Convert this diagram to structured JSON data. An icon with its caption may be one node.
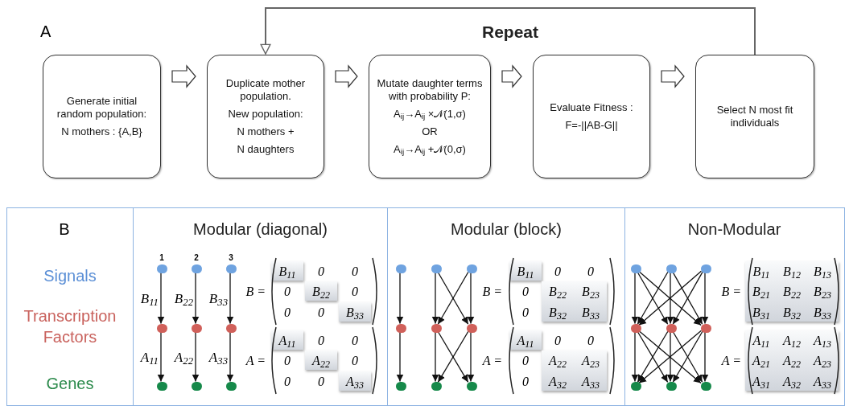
{
  "diagram": {
    "nodes": [
      {
        "text": [
          "Generate initial random population:",
          "N mothers : {A,B}"
        ]
      },
      {
        "text": [
          "Duplicate mother population.",
          "New population:",
          "N mothers +",
          "N daughters"
        ]
      },
      {
        "text": [
          "Mutate daughter terms with probability P:",
          "A$_{ij}$→A$_{ij}$ ×𝒩(1,σ)",
          "OR",
          "A$_{ij}$→A$_{ij}$ +𝒩(0,σ)"
        ]
      },
      {
        "text": [
          "Evaluate Fitness :",
          "F=-||AB-G||"
        ]
      },
      {
        "text": [
          "Select N most fit individuals"
        ]
      },
      {
        "text": [
          "Modular (diagonal)",
          "B =",
          "B$_{11}$",
          "0",
          "0",
          "0",
          "B$_{22}$",
          "0",
          "0",
          "0",
          "B$_{33}$",
          "A =",
          "A$_{11}$",
          "0",
          "0",
          "0",
          "A$_{22}$",
          "0",
          "0",
          "0",
          "A$_{33}$"
        ]
      },
      {
        "text": [],
        "shape": "circle",
        "in": 5,
        "beside": [
          "1"
        ]
      },
      {
        "text": [],
        "shape": "circle",
        "in": 5,
        "beside": [
          "2"
        ]
      },
      {
        "text": [],
        "shape": "circle",
        "in": 5,
        "beside": [
          "3"
        ]
      },
      {
        "text": [],
        "shape": "circle",
        "in": 5
      },
      {
        "text": [],
        "shape": "circle",
        "in": 5
      },
      {
        "text": [],
        "shape": "circle",
        "in": 5
      },
      {
        "text": [],
        "shape": "circle",
        "in": 5
      },
      {
        "text": [],
        "shape": "circle",
        "in": 5
      },
      {
        "text": [],
        "shape": "circle",
        "in": 5
      },
      {
        "text": [
          "Modular (block)",
          "B =",
          "B$_{11}$",
          "0",
          "0",
          "0",
          "B$_{22}$",
          "B$_{23}$",
          "0",
          "B$_{32}$",
          "B$_{33}$",
          "A =",
          "A$_{11}$",
          "0",
          "0",
          "0",
          "A$_{22}$",
          "A$_{23}$",
          "0",
          "A$_{32}$",
          "A$_{33}$"
        ]
      },
      {
        "text": [],
        "shape": "circle",
        "in": 15
      },
      {
        "text": [],
        "shape": "circle",
        "in": 15
      },
      {
        "text": [],
        "shape": "circle",
        "in": 15
      },
      {
        "text": [],
        "shape": "circle",
        "in": 15
      },
      {
        "text": [],
        "shape": "circle",
        "in": 15
      },
      {
        "text": [],
        "shape": "circle",
        "in": 15
      },
      {
        "text": [],
        "shape": "circle",
        "in": 15
      },
      {
        "text": [],
        "shape": "circle",
        "in": 15
      },
      {
        "text": [],
        "shape": "circle",
        "in": 15
      },
      {
        "text": [
          "Non-Modular",
          "B =",
          "B$_{11}$",
          "B$_{12}$",
          "B$_{13}$",
          "B$_{21}$",
          "B$_{22}$",
          "B$_{23}$",
          "B$_{31}$",
          "B$_{32}$",
          "B$_{33}$",
          "A =",
          "A$_{11}$",
          "A$_{12}$",
          "A$_{13}$",
          "A$_{21}$",
          "A$_{22}$",
          "A$_{23}$",
          "A$_{31}$",
          "A$_{32}$",
          "A$_{33}$"
        ]
      },
      {
        "text": [],
        "shape": "circle",
        "in": 25
      },
      {
        "text": [],
        "shape": "circle",
        "in": 25
      },
      {
        "text": [],
        "shape": "circle",
        "in": 25
      },
      {
        "text": [],
        "shape": "circle",
        "in": 25
      },
      {
        "text": [],
        "shape": "circle",
        "in": 25
      },
      {
        "text": [],
        "shape": "circle",
        "in": 25
      },
      {
        "text": [],
        "shape": "circle",
        "in": 25
      },
      {
        "text": [],
        "shape": "circle",
        "in": 25
      },
      {
        "text": [],
        "shape": "circle",
        "in": 25
      }
    ],
    "edges": [
      {
        "from": 0,
        "to": 1,
        "arrow": "to"
      },
      {
        "from": 1,
        "to": 2,
        "arrow": "to"
      },
      {
        "from": 2,
        "to": 3,
        "arrow": "to"
      },
      {
        "from": 3,
        "to": 4,
        "arrow": "to"
      },
      {
        "from": 4,
        "to": 1,
        "arrow": "to",
        "label": "Repeat"
      },
      {
        "from": 6,
        "to": 9,
        "arrow": "to",
        "label": "B$_{11}$"
      },
      {
        "from": 7,
        "to": 10,
        "arrow": "to",
        "label": "B$_{22}$"
      },
      {
        "from": 8,
        "to": 11,
        "arrow": "to",
        "label": "B$_{33}$"
      },
      {
        "from": 9,
        "to": 12,
        "arrow": "to",
        "label": "A$_{11}$"
      },
      {
        "from": 10,
        "to": 13,
        "arrow": "to",
        "label": "A$_{22}$"
      },
      {
        "from": 11,
        "to": 14,
        "arrow": "to",
        "label": "A$_{33}$"
      },
      {
        "from": 16,
        "to": 19,
        "arrow": "to"
      },
      {
        "from": 17,
        "to": 20,
        "arrow": "to"
      },
      {
        "from": 17,
        "to": 21,
        "arrow": "to"
      },
      {
        "from": 18,
        "to": 20,
        "arrow": "to"
      },
      {
        "from": 18,
        "to": 21,
        "arrow": "to"
      },
      {
        "from": 19,
        "to": 22,
        "arrow": "to"
      },
      {
        "from": 20,
        "to": 23,
        "arrow": "to"
      },
      {
        "from": 20,
        "to": 24,
        "arrow": "to"
      },
      {
        "from": 21,
        "to": 23,
        "arrow": "to"
      },
      {
        "from": 21,
        "to": 24,
        "arrow": "to"
      },
      {
        "from": 26,
        "to": 29,
        "arrow": "to"
      },
      {
        "from": 26,
        "to": 30,
        "arrow": "to"
      },
      {
        "from": 26,
        "to": 31,
        "arrow": "to"
      },
      {
        "from": 27,
        "to": 29,
        "arrow": "to"
      },
      {
        "from": 27,
        "to": 30,
        "arrow": "to"
      },
      {
        "from": 27,
        "to": 31,
        "arrow": "to"
      },
      {
        "from": 28,
        "to": 29,
        "arrow": "to"
      },
      {
        "from": 28,
        "to": 30,
        "arrow": "to"
      },
      {
        "from": 28,
        "to": 31,
        "arrow": "to"
      },
      {
        "from": 29,
        "to": 32,
        "arrow": "to"
      },
      {
        "from": 29,
        "to": 33,
        "arrow": "to"
      },
      {
        "from": 29,
        "to": 34,
        "arrow": "to"
      },
      {
        "from": 30,
        "to": 32,
        "arrow": "to"
      },
      {
        "from": 30,
        "to": 33,
        "arrow": "to"
      },
      {
        "from": 30,
        "to": 34,
        "arrow": "to"
      },
      {
        "from": 31,
        "to": 32,
        "arrow": "to"
      },
      {
        "from": 31,
        "to": 33,
        "arrow": "to"
      },
      {
        "from": 31,
        "to": 34,
        "arrow": "to"
      }
    ],
    "labels": [
      "A",
      "B",
      "Signals",
      "Transcription Factors",
      "Genes"
    ]
  }
}
